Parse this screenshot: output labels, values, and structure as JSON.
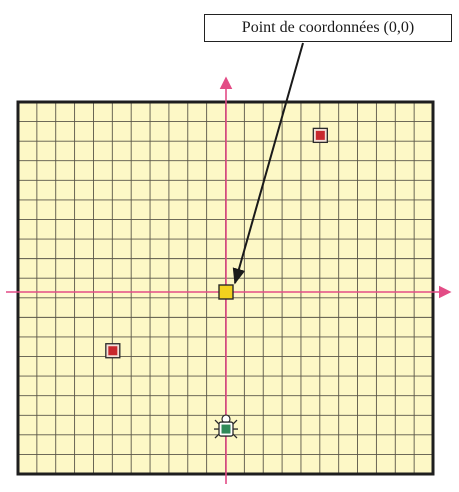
{
  "callout": {
    "text": "Point de coordonnées (0,0)"
  },
  "colors": {
    "background": "#ffffff",
    "grid_fill": "#fdf8c6",
    "grid_lines": "#5a5648",
    "border": "#1e1e1e",
    "axes": "#e34c86",
    "origin_marker": "#f2d21f",
    "red_marker": "#c8282d",
    "green_marker": "#2f8a58",
    "arrow": "#1a1a1a"
  },
  "grid": {
    "columns": 22,
    "rows": 19
  },
  "markers": [
    {
      "name": "origin-marker",
      "kind": "yellow-square",
      "col": 0,
      "row": 0
    },
    {
      "name": "red-marker-top-right",
      "kind": "red-square",
      "col": 5,
      "row": 8
    },
    {
      "name": "red-marker-left",
      "kind": "red-square",
      "col": -6,
      "row": -3
    },
    {
      "name": "bug-robot-icon",
      "kind": "bug-robot",
      "col": 0,
      "row": -7
    }
  ]
}
